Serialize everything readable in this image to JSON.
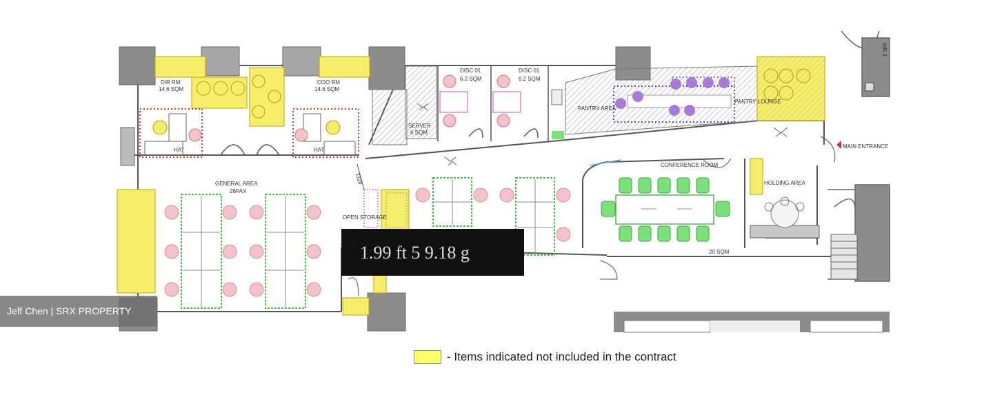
{
  "plan": {
    "rooms": {
      "dir_rm": {
        "name": "DIR RM",
        "area": "14.6 SQM"
      },
      "coo_rm": {
        "name": "COO RM",
        "area": "14.6 SQM"
      },
      "disc1": {
        "name": "DISC 01",
        "area": "6.2 SQM"
      },
      "disc2": {
        "name": "DISC 01",
        "area": "6.2 SQM"
      },
      "server": {
        "name": "SERVER",
        "area": "6 SQM"
      },
      "pantry_area": {
        "name": "PANTRY AREA"
      },
      "pantry_lounge": {
        "name": "PANTRY LOUNGE"
      },
      "general_area": {
        "name": "GENERAL AREA",
        "capacity": "26PAX"
      },
      "conference": {
        "name": "CONFERENCE ROOM",
        "area": "20 SQM"
      },
      "holding": {
        "name": "HOLDING AREA"
      },
      "open_storage": {
        "name": "OPEN STORAGE"
      }
    },
    "main_entrance": "MAIN ENTRANCE",
    "hat_labels": [
      "HAT",
      "HAT"
    ],
    "dimension": "1119",
    "corner_tag": "WR 3",
    "scribble_text": "1.99 ft 5 9.18 g"
  },
  "watermark": "Jeff Chen | SRX PROPERTY",
  "legend": {
    "text": "- Items indicated not included in the contract",
    "swatch_color": "#ffff66"
  },
  "colors": {
    "highlight": "#f6ee6a",
    "pink_chair": "#f4c2cb",
    "green_chair": "#7be27b",
    "purple_chair": "#a77bd8",
    "red_dotted": "#c0393b",
    "column": "#8c8c8c"
  }
}
